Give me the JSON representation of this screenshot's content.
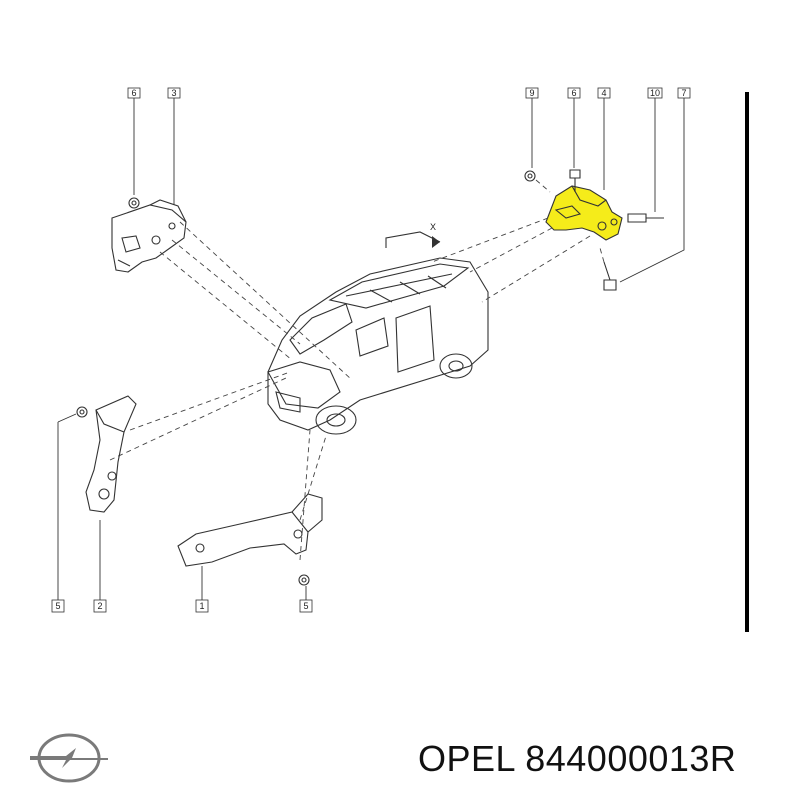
{
  "callouts": {
    "top_left_a": "6",
    "top_left_b": "3",
    "top_right_a": "9",
    "top_right_b": "6",
    "top_right_c": "4",
    "top_right_d": "10",
    "top_right_e": "7",
    "bottom_a": "5",
    "bottom_b": "2",
    "bottom_c": "1",
    "bottom_d": "5",
    "view_arrow": "X"
  },
  "brand": {
    "name": "OPEL",
    "part_number": "844000013R",
    "logo_icon": "opel-blitz-logo-icon"
  },
  "colors": {
    "highlight": "#f5ec1a",
    "outline": "#333333",
    "frame_bar": "#000000"
  }
}
